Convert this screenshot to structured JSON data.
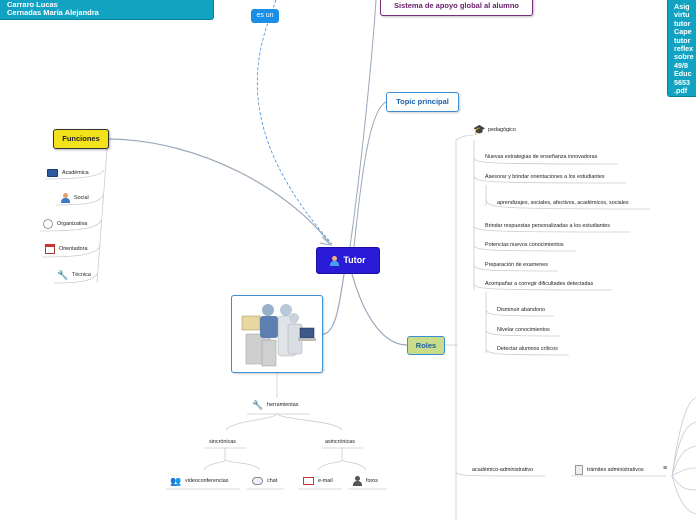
{
  "top_note": {
    "line1": "Carraro Lucas",
    "line2": "Cernadas María Alejandra"
  },
  "right_note": {
    "lines": [
      "Asig",
      "virtu",
      "tutor",
      "Cape",
      "tutor",
      "reflex",
      "sobre",
      "49/8",
      "Educ",
      "5653",
      ".pdf"
    ]
  },
  "central": {
    "label": "Tutor",
    "icon": "tutor-person-icon"
  },
  "relations": {
    "es_un": "es un"
  },
  "sistema": {
    "label": "Sistema de apoyo global al alumno"
  },
  "topic": {
    "label": "Topic principal"
  },
  "funciones": {
    "label": "Funciones",
    "items": [
      {
        "label": "Académica",
        "icon": "monitor-icon"
      },
      {
        "label": "Social",
        "icon": "person-icon"
      },
      {
        "label": "Organizativa",
        "icon": "clock-icon"
      },
      {
        "label": "Orientadora",
        "icon": "calendar-icon"
      },
      {
        "label": "Técnica",
        "icon": "wrench-icon"
      }
    ]
  },
  "roles": {
    "label": "Roles",
    "pedagogico": {
      "label": "pedagógico",
      "icon": "graduation-cap-icon"
    },
    "items": [
      "Nuevas estrategias  de enseñanza innovadoras",
      "Asesorar y brindar orientaciones a los estudiantes",
      "aprendizajes, sociales, afectivos, académicos, sociales",
      "Brindar respuestas personalizadas a los estudiantes",
      "Potencias nuevos conocimientos",
      "Preparación de examenes",
      "Acompañar a corregir dificultades detectadas",
      "Disminuir abandono",
      "Nivelar conocimientos",
      "Detectar alumnos críticos"
    ],
    "admin": {
      "label": "académico-administrativo",
      "tramites": "trámites administrativos",
      "tramites_icon": "document-icon",
      "menu_icon": "list-menu-icon"
    }
  },
  "herramientas": {
    "label": "herramientas",
    "icon": "wrench-icon",
    "image_icon": "people-computers-image",
    "sincronicas": {
      "label": "sincrónicas",
      "items": [
        {
          "label": "videoconferencias",
          "icon": "people-icon"
        },
        {
          "label": "chat",
          "icon": "chat-bubble-icon"
        }
      ]
    },
    "asincronicas": {
      "label": "asincrónicas",
      "items": [
        {
          "label": "e-mail",
          "icon": "mail-icon"
        },
        {
          "label": "foros",
          "icon": "user-icon"
        }
      ]
    }
  },
  "colors": {
    "central": "#2a1cd6",
    "funciones": "#f2e21c",
    "roles": "#c8dc8a",
    "note": "#12a3c3",
    "link": "#9aa8b8",
    "dashed": "#3b8ed8"
  }
}
